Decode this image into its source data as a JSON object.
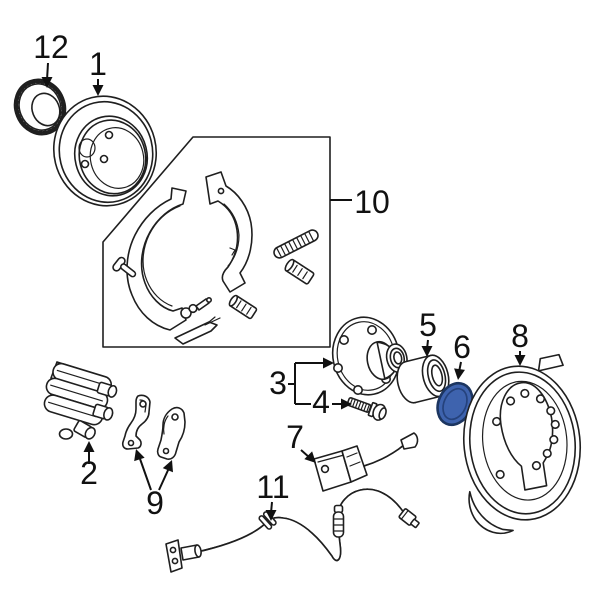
{
  "background_color": "#ffffff",
  "line_color": "#1f1f1f",
  "highlight": {
    "fill": "#3E63AE",
    "stroke": "#1C3560",
    "inner_stroke": "#25427C",
    "style_main": "fill:#3E63AE;stroke:#1C3560;stroke-width:2.6",
    "style_inner": "fill:none;stroke:#25427C;stroke-width:1.7"
  },
  "callouts": [
    {
      "label": "1"
    },
    {
      "label": "2"
    },
    {
      "label": "3"
    },
    {
      "label": "4"
    },
    {
      "label": "5"
    },
    {
      "label": "6"
    },
    {
      "label": "7"
    },
    {
      "label": "8"
    },
    {
      "label": "9"
    },
    {
      "label": "10"
    },
    {
      "label": "11"
    },
    {
      "label": "12"
    }
  ]
}
